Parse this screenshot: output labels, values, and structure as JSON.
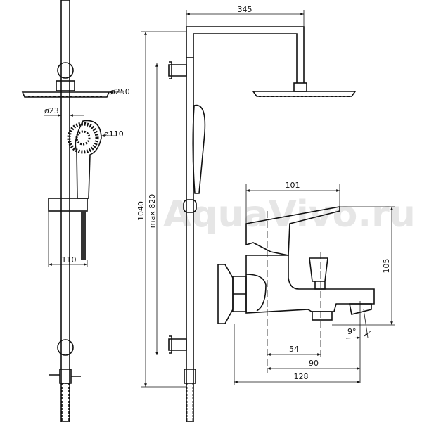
{
  "watermark": "AquaVivo.ru",
  "front_view": {
    "head_diameter": "ø250",
    "rail_diameter": "ø23",
    "handshower_diameter": "ø110",
    "holder_width": "110"
  },
  "side_view": {
    "total_height": "1040",
    "rail_length": "max 820",
    "arm_reach": "345"
  },
  "mixer": {
    "lever_length": "101",
    "height": "105",
    "angle": "9°",
    "dim_54": "54",
    "dim_90": "90",
    "dim_128": "128"
  }
}
